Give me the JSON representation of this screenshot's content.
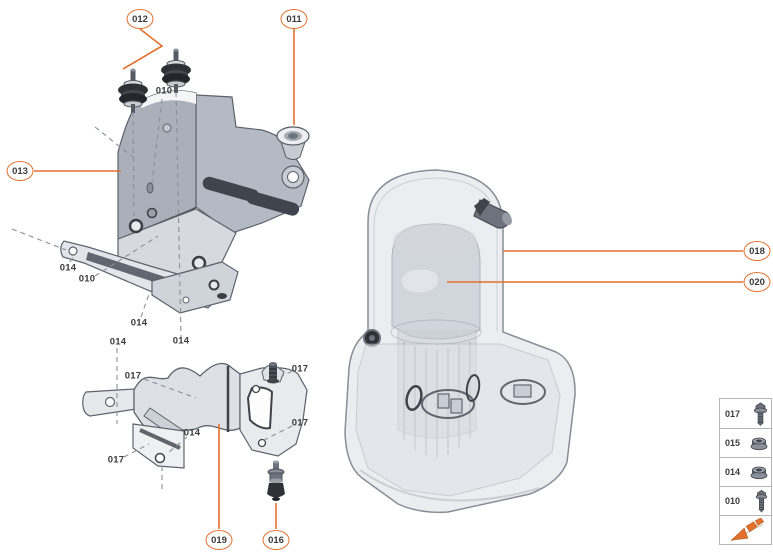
{
  "diagram": {
    "background": "#FFFFFF",
    "accent_color": "#E2712E",
    "label_color": "#3B3B3B",
    "part_gray": "#B4BAC3",
    "dash_color": "#8A9097"
  },
  "callouts": [
    {
      "id": "012"
    },
    {
      "id": "011"
    },
    {
      "id": "013"
    },
    {
      "id": "019"
    },
    {
      "id": "016"
    },
    {
      "id": "018"
    },
    {
      "id": "020"
    }
  ],
  "part_labels": [
    {
      "text": "010"
    },
    {
      "text": "014"
    },
    {
      "text": "010"
    },
    {
      "text": "014"
    },
    {
      "text": "014"
    },
    {
      "text": "014"
    },
    {
      "text": "014"
    },
    {
      "text": "017"
    },
    {
      "text": "017"
    },
    {
      "text": "017"
    },
    {
      "text": "017"
    }
  ],
  "legend": {
    "items": [
      {
        "label": "017",
        "icon": "stud-bolt-icon"
      },
      {
        "label": "015",
        "icon": "flange-nut-icon"
      },
      {
        "label": "014",
        "icon": "flange-nut-icon"
      },
      {
        "label": "010",
        "icon": "bolt-icon"
      },
      {
        "label": "",
        "icon": "direction-arrow-icon"
      }
    ]
  }
}
